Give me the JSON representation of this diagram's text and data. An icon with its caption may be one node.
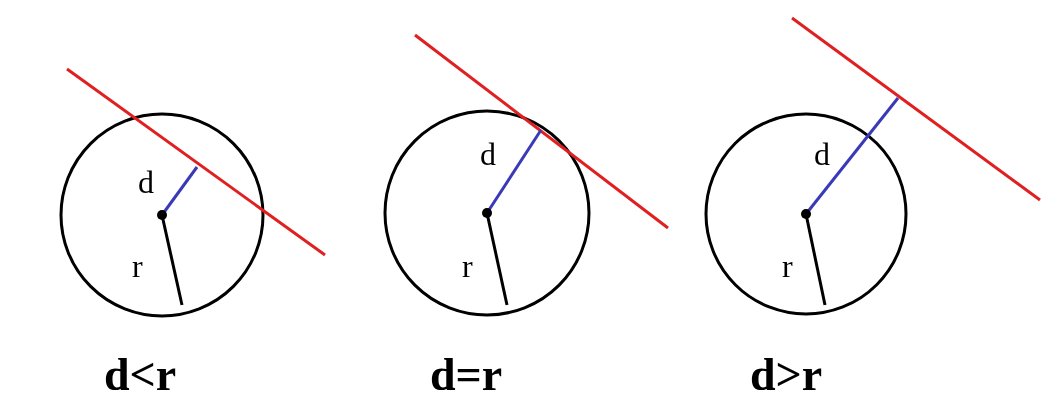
{
  "diagram": {
    "labels": [
      "d",
      "r",
      "d<r",
      "d",
      "r",
      "d=r",
      "d",
      "r",
      "d>r"
    ]
  }
}
